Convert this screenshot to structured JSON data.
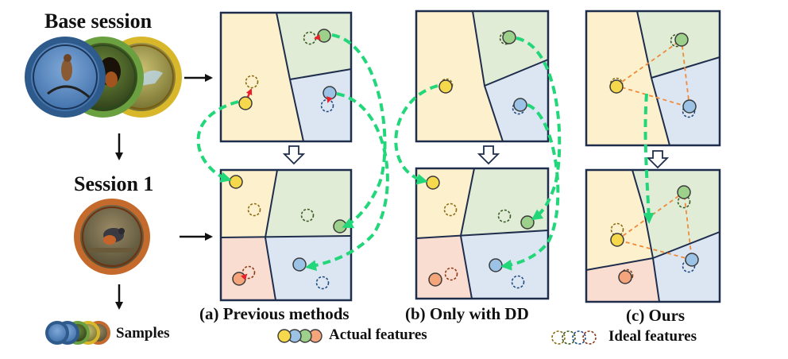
{
  "labels": {
    "base_session": "Base session",
    "session1": "Session 1",
    "samples": "Samples",
    "caption_a": "(a) Previous methods",
    "caption_b": "(b) Only with DD",
    "caption_c": "(c) Ours",
    "actual_features": "Actual features",
    "ideal_features": "Ideal features"
  },
  "colors": {
    "region_yellow": "#fdf0cc",
    "region_green": "#e0ecd6",
    "region_blue": "#dce6f2",
    "region_orange": "#f9ddd0",
    "border": "#1f2d4d",
    "feature_yellow": "#f6d84c",
    "feature_green": "#9dd08a",
    "feature_blue": "#9cc3e6",
    "feature_orange": "#f4a57c",
    "drift_arrow": "#22d67a",
    "triangle_line": "#f08a3a",
    "correction_arrow": "#e8202a"
  }
}
